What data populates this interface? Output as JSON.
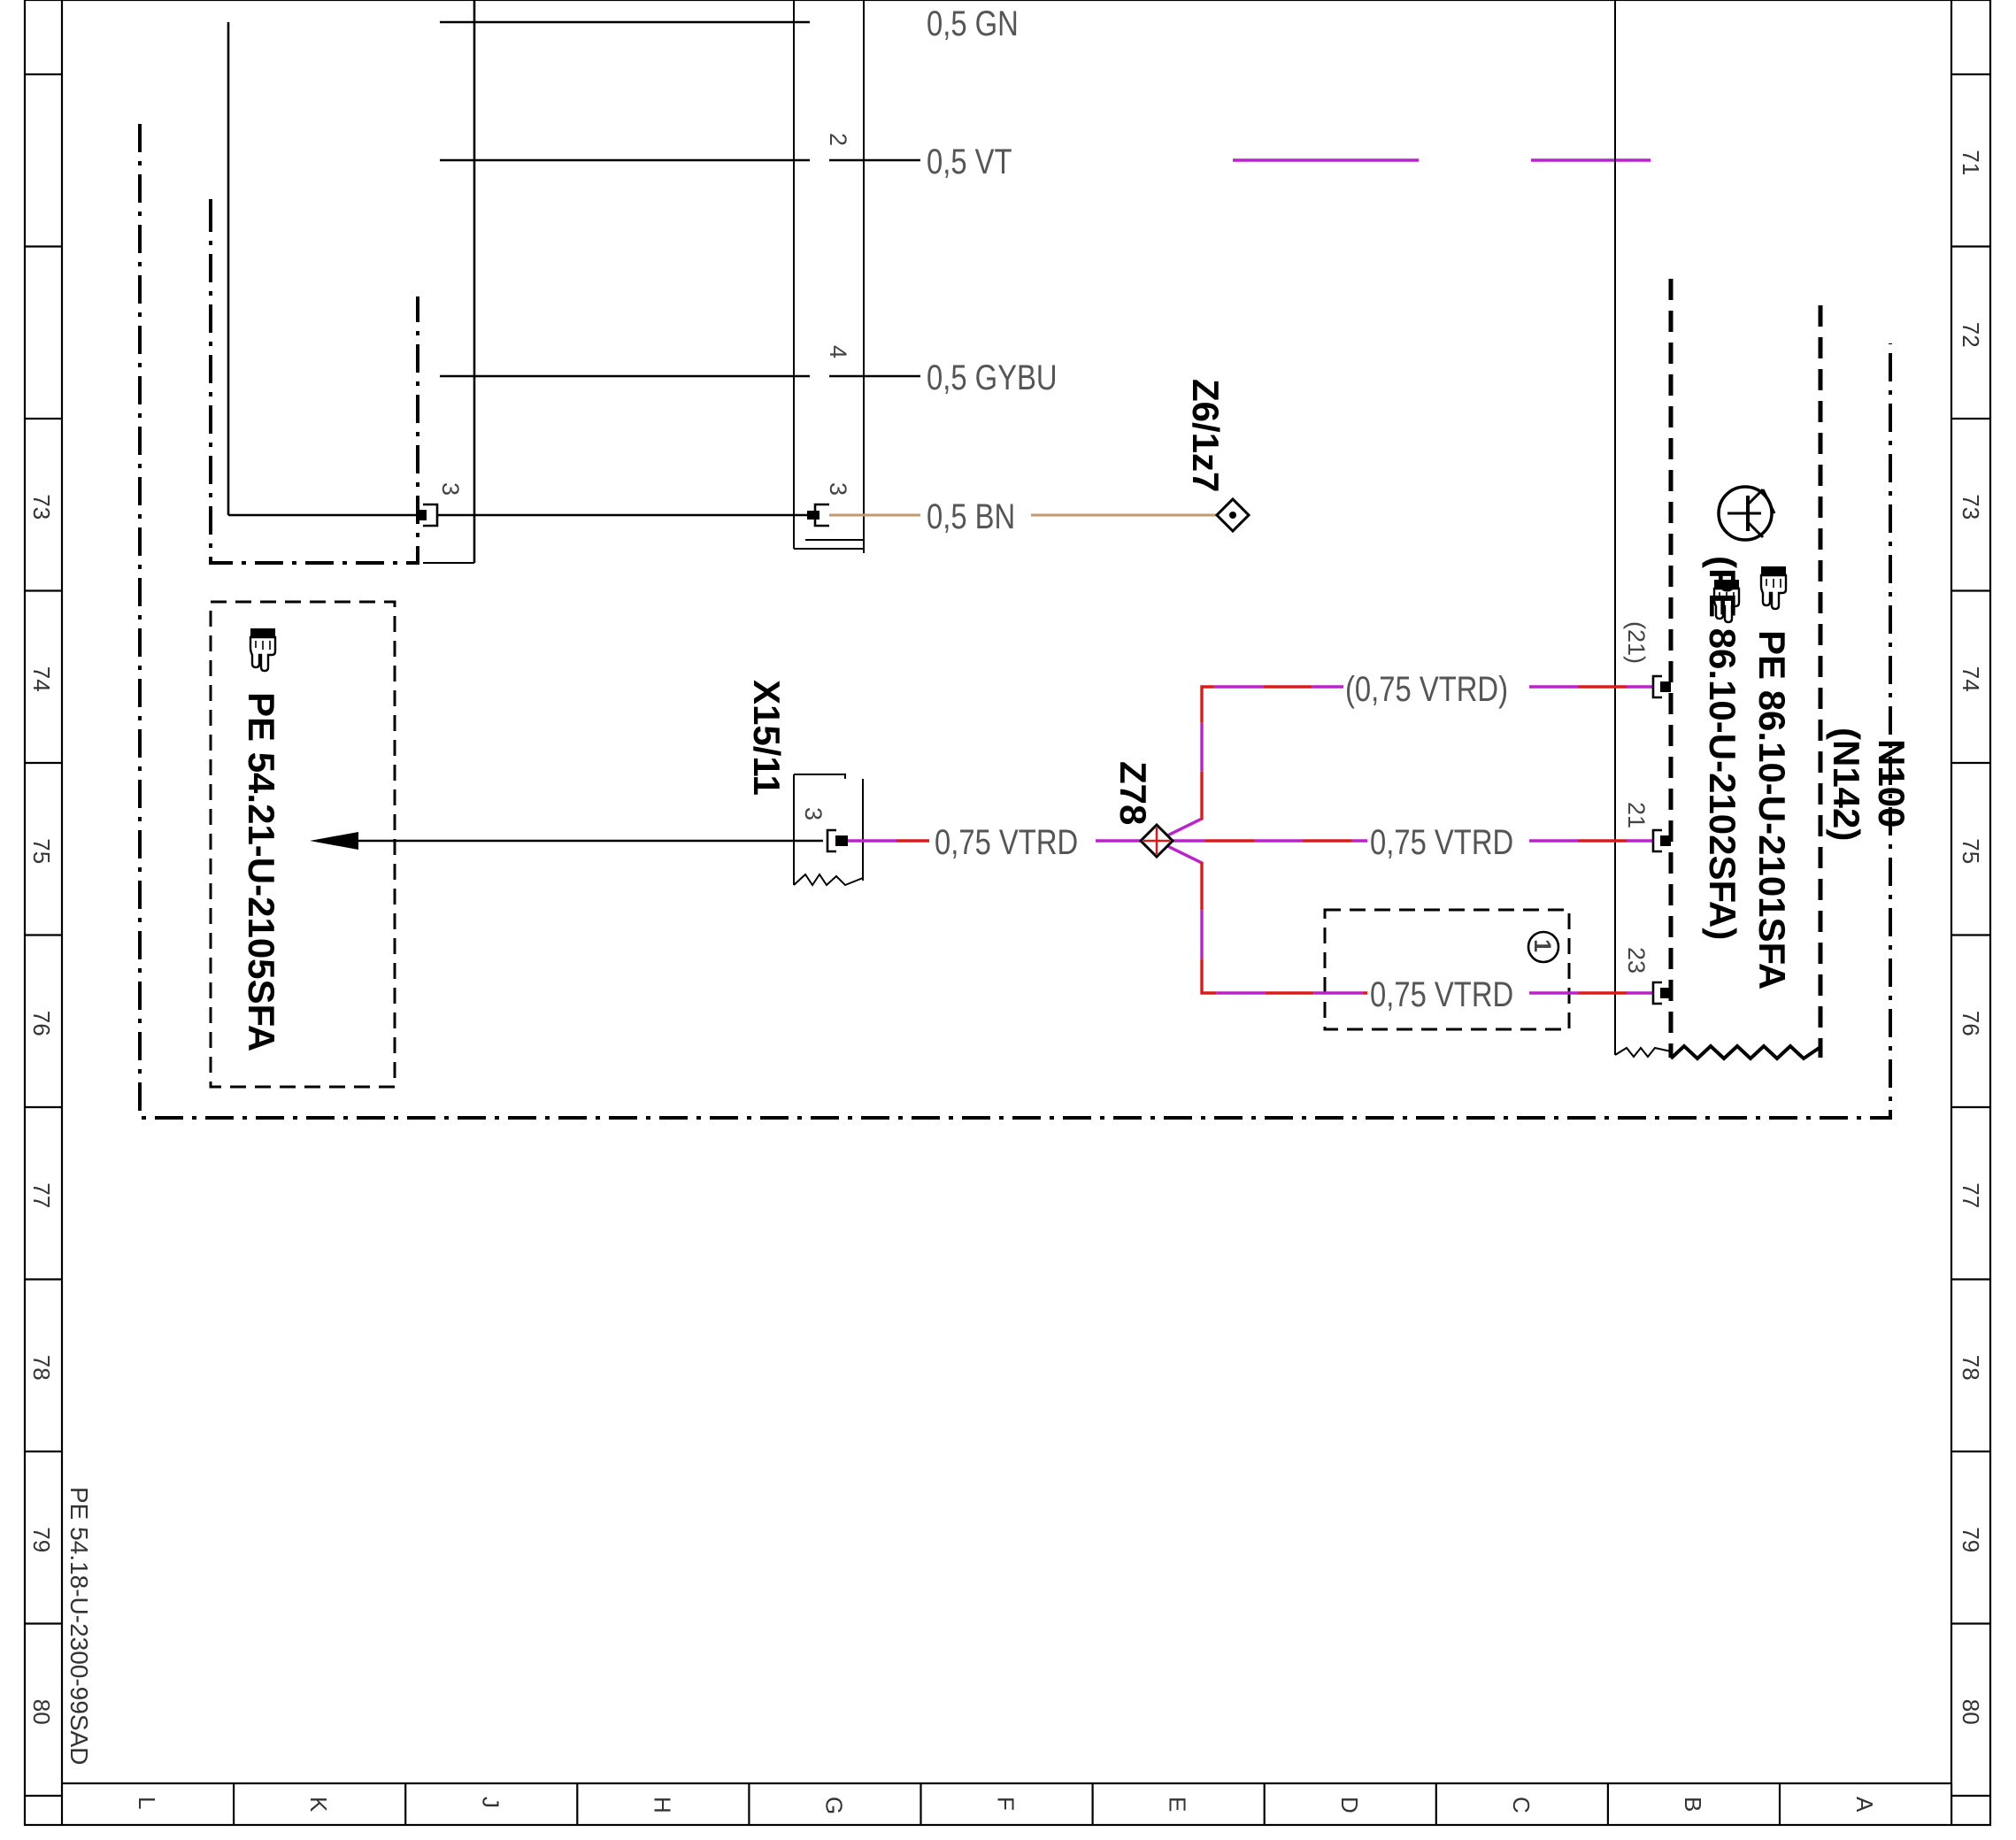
{
  "frame": {
    "row_numbers": [
      "71",
      "72",
      "73",
      "74",
      "75",
      "76",
      "77",
      "78",
      "79",
      "80"
    ],
    "column_letters": [
      "L",
      "K",
      "J",
      "H",
      "G",
      "F",
      "E",
      "D",
      "C",
      "B",
      "A"
    ],
    "sheet_reference": "PE 54.18-U-2300-99SAD"
  },
  "colors": {
    "wire_black": "#000000",
    "wire_violet": "#bb22cc",
    "wire_red": "#dd1a1a",
    "wire_brown": "#c49a6c",
    "label_gray": "#555555"
  },
  "wires": {
    "gn_label": "0,5 GN",
    "vt_label": "0,5 VT",
    "vt_pin": "2",
    "gybu_label": "0,5 GYBU",
    "gybu_pin": "4",
    "bn_label": "0,5 BN",
    "bn_pin": "3",
    "left_connector_pin": "3"
  },
  "components": {
    "z6": {
      "label": "Z6/1z7"
    },
    "z78": {
      "label": "Z78"
    },
    "x15": {
      "label": "X15/11",
      "pin": "3"
    },
    "n100": {
      "label": "N100",
      "alt_label": "(N142)",
      "ref1": "PE 86.10-U-2101SFA",
      "ref2": "(PE 86.10-U-2102SFA)",
      "pin_top": "(21)",
      "pin_mid": "21",
      "pin_bottom": "23"
    },
    "left_box": {
      "ref": "PE 54.21-U-2105SFA"
    },
    "note_marker": "1"
  },
  "vtrd_wires": {
    "main_label": "0,75 VTRD",
    "top_label": "(0,75 VTRD)",
    "mid_label": "0,75 VTRD",
    "bottom_label": "0,75 VTRD"
  }
}
